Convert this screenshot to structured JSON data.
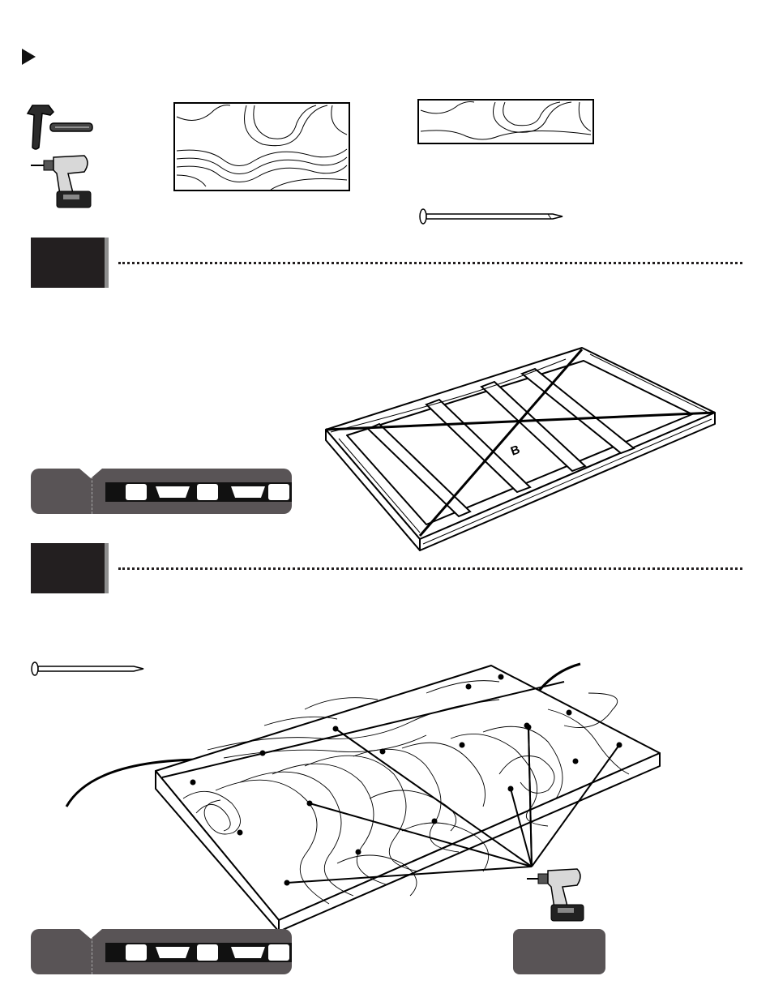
{
  "page": {
    "arrow_icon": "play-triangle-icon",
    "tools": [
      "hammer-icon",
      "cordless-drill-icon"
    ],
    "parts": [
      "wood-panel-large",
      "wood-panel-small",
      "nail-icon"
    ]
  },
  "steps": [
    {
      "number": "",
      "title": "",
      "figure_label": "B"
    },
    {
      "number": "",
      "title": ""
    }
  ],
  "colors": {
    "ink": "#231f20",
    "panel_gray": "#595456",
    "step_border": "#8e8e8e"
  }
}
